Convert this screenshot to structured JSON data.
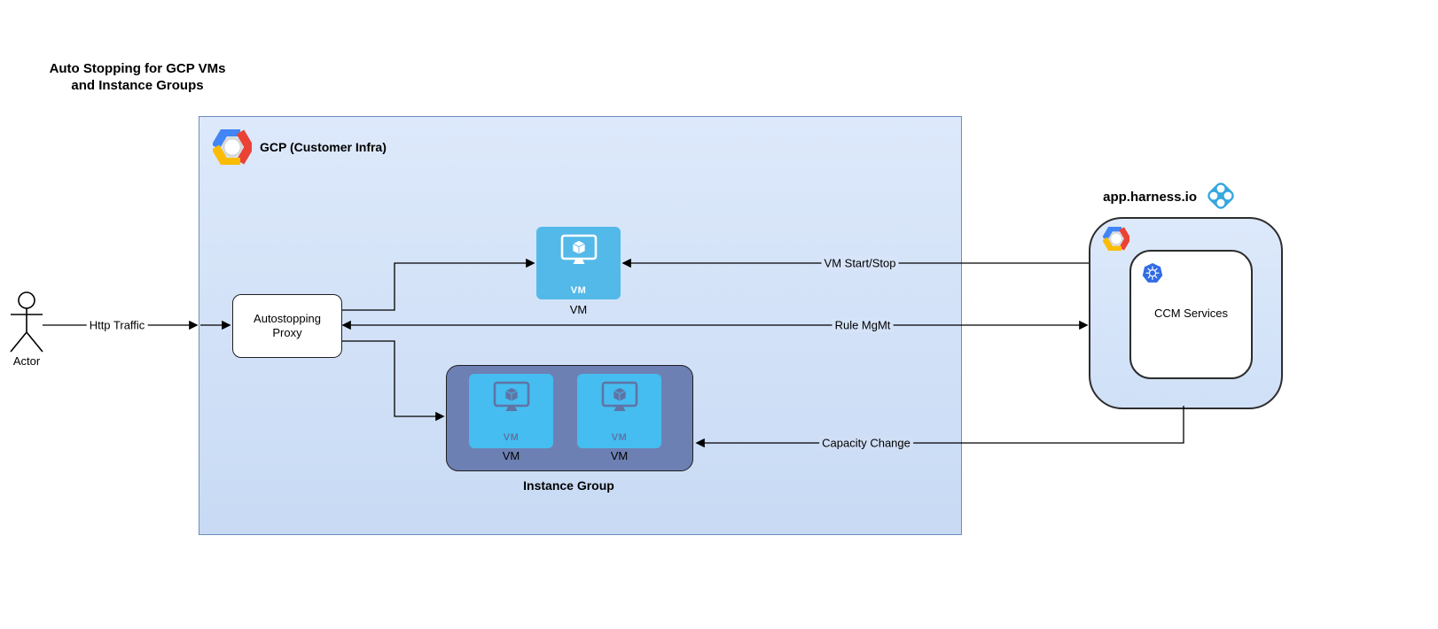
{
  "title": "Auto Stopping for GCP VMs\nand Instance Groups",
  "actor": {
    "label": "Actor"
  },
  "gcp": {
    "label": "GCP (Customer Infra)",
    "proxy_label": "Autostopping\nProxy",
    "vm": {
      "inner_label": "VM",
      "label": "VM"
    },
    "instance_group": {
      "label": "Instance Group",
      "vms": [
        {
          "inner_label": "VM",
          "label": "VM"
        },
        {
          "inner_label": "VM",
          "label": "VM"
        }
      ]
    }
  },
  "harness": {
    "label": "app.harness.io",
    "ccm_label": "CCM Services"
  },
  "edges": {
    "http_traffic": "Http Traffic",
    "vm_start_stop": "VM Start/Stop",
    "rule_mgmt": "Rule MgMt",
    "capacity_change": "Capacity Change"
  },
  "colors": {
    "gcp_box_fill": "#dae8fc",
    "gcp_box_border": "#6c8ebf",
    "vm_fill": "#53b9e9",
    "instance_group_fill": "#6d80b4",
    "instance_group_vm_fill": "#45bdf0",
    "harness_blue": "#35a7e0",
    "kubernetes_blue": "#326ce5",
    "google_blue": "#4285f4",
    "google_red": "#ea4335",
    "google_yellow": "#fbbc05"
  }
}
